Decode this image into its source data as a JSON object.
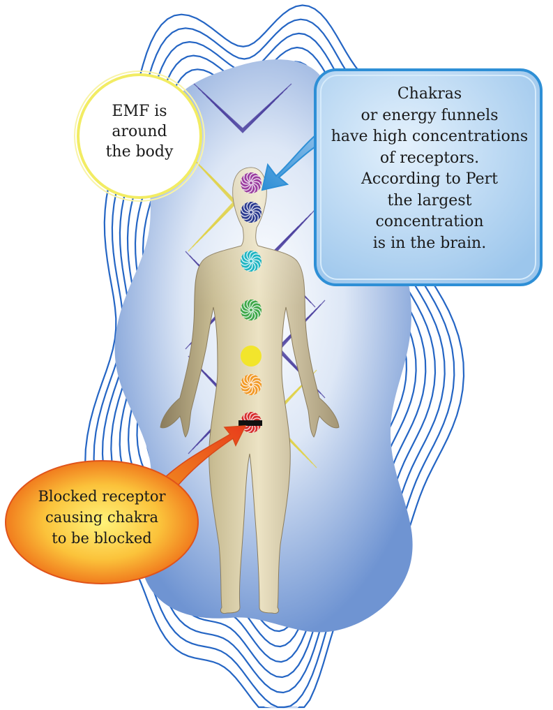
{
  "callouts": {
    "emf": {
      "lines": [
        "EMF is",
        "around",
        "the body"
      ]
    },
    "chakras": {
      "lines": [
        "Chakras",
        "or energy funnels",
        "have high concentrations",
        "of receptors.",
        "According to Pert",
        "the largest",
        "concentration",
        "is in the brain."
      ]
    },
    "blocked": {
      "lines": [
        "Blocked receptor",
        "causing chakra",
        "to be blocked"
      ]
    }
  },
  "chakras": [
    {
      "name": "crown",
      "color": "#9b3fa0"
    },
    {
      "name": "third-eye",
      "color": "#2b3b8f"
    },
    {
      "name": "throat",
      "color": "#1fb5c2"
    },
    {
      "name": "heart",
      "color": "#3fa84a"
    },
    {
      "name": "solar-plexus",
      "color": "#f2e52c"
    },
    {
      "name": "sacral",
      "color": "#f29a28"
    },
    {
      "name": "root",
      "color": "#d62d2d",
      "blocked": true
    }
  ],
  "colors": {
    "field_outer": "#1e5bb5",
    "field_inner": "#9fbbe3",
    "aura_glow": "#ffffff",
    "body": "#c9bd94",
    "body_shadow": "#7d6f56",
    "chakra_callout_fill": "#a9cdef",
    "chakra_callout_border": "#2e8fd6",
    "emf_callout_border": "#f0ea5a",
    "blocked_callout_fill": "#f5a623",
    "blocked_callout_center": "#fff27a"
  }
}
